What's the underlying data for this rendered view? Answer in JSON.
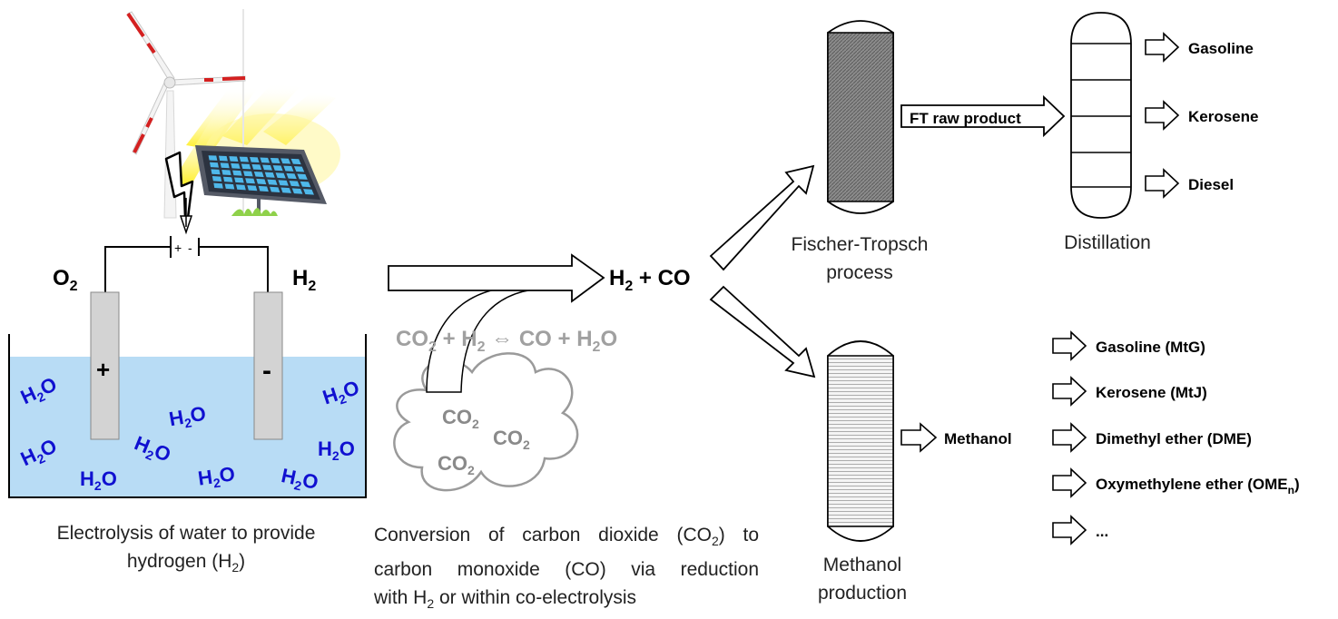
{
  "electrolysis": {
    "terminal_plus": "+",
    "terminal_minus": "-",
    "gas_left": "O",
    "gas_left_sub": "2",
    "gas_right": "H",
    "gas_right_sub": "2",
    "electrode_plus": "+",
    "electrode_minus": "-",
    "water_formula": "H",
    "water_sub": "2",
    "water_tail": "O",
    "caption_line1": "Electrolysis of water to provide",
    "caption_line2_a": "hydrogen (H",
    "caption_line2_sub": "2",
    "caption_line2_b": ")"
  },
  "conversion": {
    "syngas_a": "H",
    "syngas_sub": "2",
    "syngas_b": " + CO",
    "reaction_a": "CO",
    "reaction_sub1": "2",
    "reaction_b": " + H",
    "reaction_sub2": "2",
    "reaction_arrow": " ⇔ ",
    "reaction_c": "CO + H",
    "reaction_sub3": "2",
    "reaction_d": "O",
    "cloud_co": "CO",
    "cloud_sub": "2",
    "caption_l1_a": "Conversion of carbon dioxide (CO",
    "caption_l1_sub": "2",
    "caption_l1_b": ") to",
    "caption_l2": "carbon monoxide (CO) via reduction",
    "caption_l3_a": "with H",
    "caption_l3_sub": "2",
    "caption_l3_b": " or within co-electrolysis"
  },
  "ft": {
    "caption_line1": "Fischer-Tropsch",
    "caption_line2": "process",
    "arrow_label": "FT raw product"
  },
  "distillation": {
    "caption": "Distillation",
    "products": [
      "Gasoline",
      "Kerosene",
      "Diesel"
    ]
  },
  "methanol": {
    "caption_line1": "Methanol",
    "caption_line2": "production",
    "arrow_label": "Methanol",
    "products": [
      "Gasoline (MtG)",
      "Kerosene (MtJ)",
      "Dimethyl ether (DME)"
    ],
    "ome_a": "Oxymethylene ether (OME",
    "ome_sub": "n",
    "ome_b": ")",
    "more": "..."
  },
  "colors": {
    "water": "#b8dcf5",
    "water_text": "#1010d0",
    "electrode": "#d3d3d3",
    "ft_fill": "#8a8a8a",
    "cloud_text": "#8a8a8a",
    "reaction_text": "#a0a0a0",
    "sun": "#ffe800",
    "turbine_red": "#d42020",
    "panel_cell": "#4fb8ea",
    "panel_frame": "#555a66"
  }
}
